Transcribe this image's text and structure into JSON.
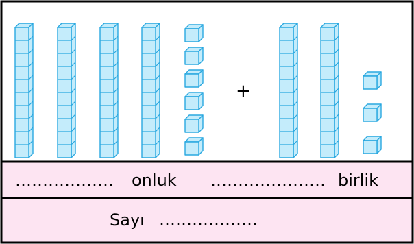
{
  "blocks": {
    "left": {
      "tens": 4,
      "ones": 6
    },
    "right": {
      "tens": 2,
      "ones": 3
    },
    "operator": "+"
  },
  "row1": {
    "blank_tens": "………………",
    "tens_word": "onluk",
    "blank_ones": "…………………",
    "ones_word": "birlik"
  },
  "row2": {
    "number_word": "Sayı",
    "blank_number": "………………"
  },
  "colors": {
    "block_fill": "#c4ecfb",
    "block_stroke": "#29a8e0",
    "answer_bg": "#fde4f2",
    "border": "#000000"
  }
}
